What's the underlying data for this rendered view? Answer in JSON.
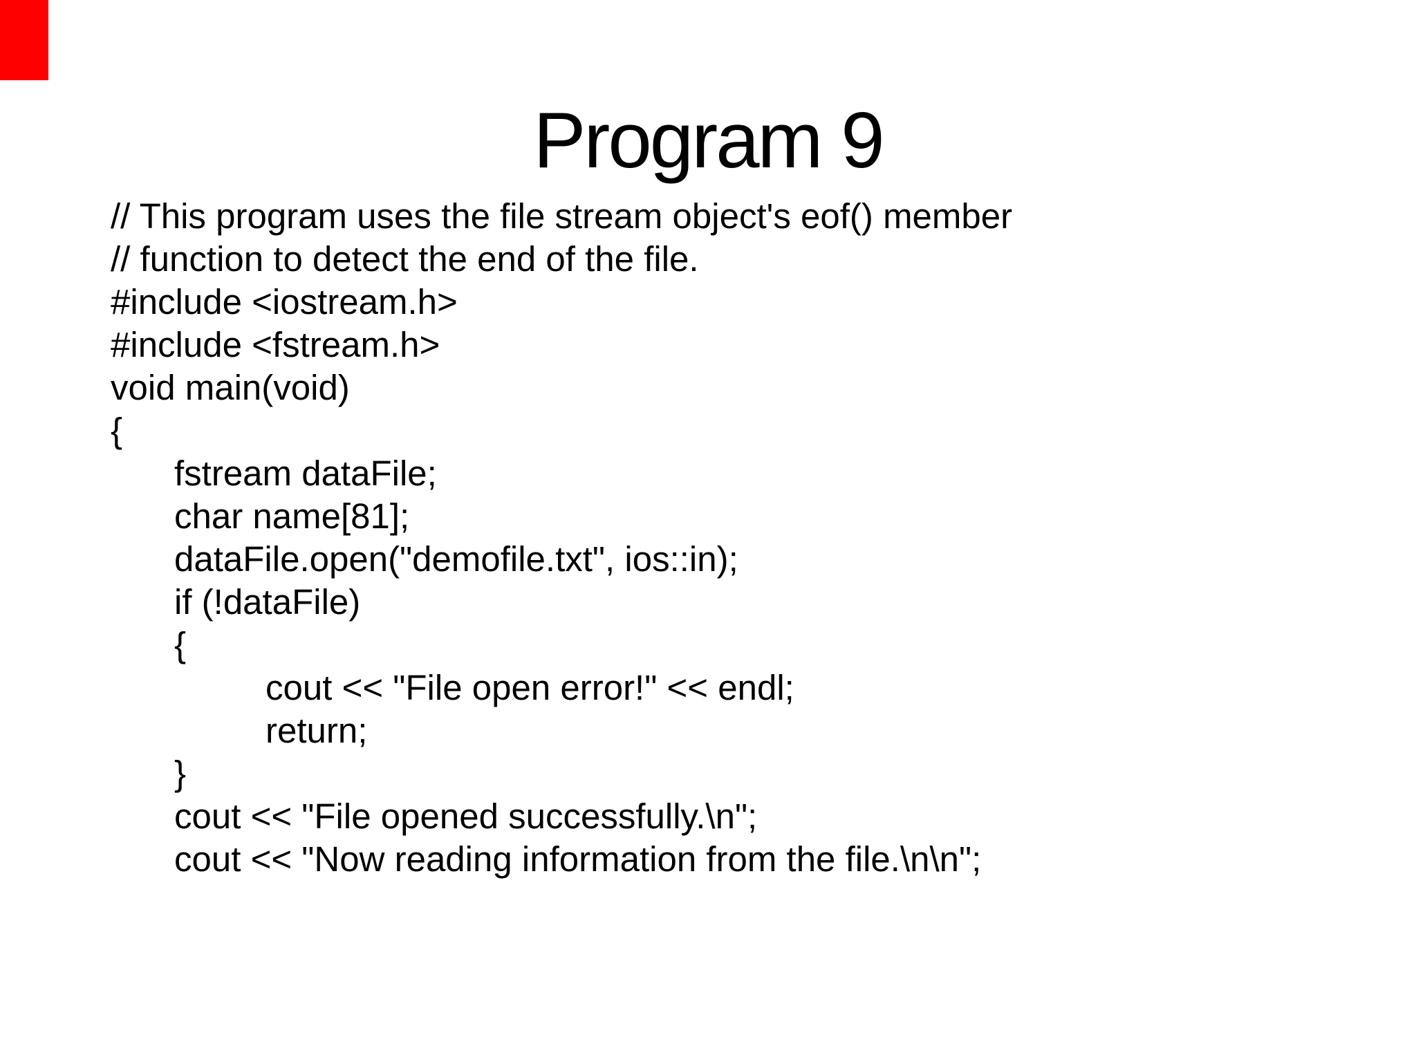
{
  "slide": {
    "title": "Program 9",
    "background_color": "#ffffff",
    "text_color": "#000000",
    "accent_color": "#fe0000",
    "code_lines": [
      {
        "indent": 0,
        "text": "// This program uses the file stream object's eof() member"
      },
      {
        "indent": 0,
        "text": "// function to detect the end of the file."
      },
      {
        "indent": 0,
        "text": "#include <iostream.h>"
      },
      {
        "indent": 0,
        "text": "#include <fstream.h>"
      },
      {
        "indent": 0,
        "text": "void main(void)"
      },
      {
        "indent": 0,
        "text": "{"
      },
      {
        "indent": 1,
        "text": "fstream dataFile;"
      },
      {
        "indent": 1,
        "text": "char name[81];"
      },
      {
        "indent": 1,
        "text": "dataFile.open(\"demofile.txt\", ios::in);"
      },
      {
        "indent": 1,
        "text": "if (!dataFile)"
      },
      {
        "indent": 1,
        "text": "{"
      },
      {
        "indent": 2,
        "text": "cout << \"File open error!\" << endl;"
      },
      {
        "indent": 2,
        "text": "return;"
      },
      {
        "indent": 1,
        "text": "}"
      },
      {
        "indent": 1,
        "text": "cout << \"File opened successfully.\\n\";"
      },
      {
        "indent": 1,
        "text": "cout << \"Now reading information from the file.\\n\\n\";"
      }
    ]
  }
}
